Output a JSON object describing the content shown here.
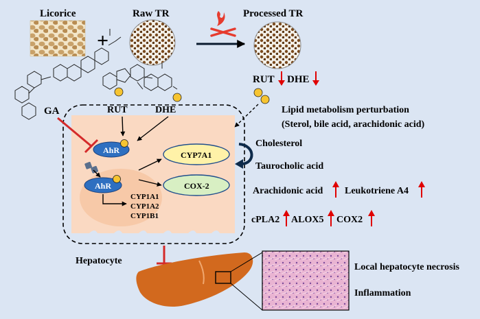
{
  "header": {
    "licorice": "Licorice",
    "raw_tr": "Raw TR",
    "processed_tr": "Processed TR",
    "plus": "+",
    "rut": "RUT",
    "dhe": "DHE"
  },
  "cell": {
    "ga": "GA",
    "rut": "RUT",
    "dhe": "DHE",
    "ahr_top": "AhR",
    "ahr_nucleus": "AhR",
    "cyp7a1": "CYP7A1",
    "cox2": "COX-2",
    "cyp_list": [
      "CYP1A1",
      "CYP1A2",
      "CYP1B1"
    ],
    "hepatocyte": "Hepatocyte"
  },
  "lipid": {
    "line1": "Lipid metabolism perturbation",
    "line2": "(Sterol, bile acid, arachidonic acid)"
  },
  "metabolites": {
    "cholesterol": "Cholesterol",
    "taurocholic": "Taurocholic acid",
    "arachidonic": "Arachidonic acid",
    "leukotriene": "Leukotriene A4",
    "cpla2": "cPLA2",
    "alox5": "ALOX5",
    "cox2": "COX2"
  },
  "outcome": {
    "necrosis": "Local hepatocyte necrosis",
    "inflammation": "Inflammation"
  },
  "colors": {
    "background": "#dbe5f3",
    "cell": "#fad9c2",
    "ahr": "#2e6fc0",
    "cyp7a1": "#fff2a8",
    "cox": "#d8efc3",
    "liver": "#d2691e",
    "up_arrow": "#e00000",
    "inhibit": "#d42a2a",
    "ligand": "#f6c431",
    "histology": "#e6a6c8"
  },
  "icons": {
    "fire": "fire-icon",
    "ligand": "ligand-dot-icon",
    "up": "red-up-arrow-icon",
    "down": "red-down-arrow-icon"
  }
}
